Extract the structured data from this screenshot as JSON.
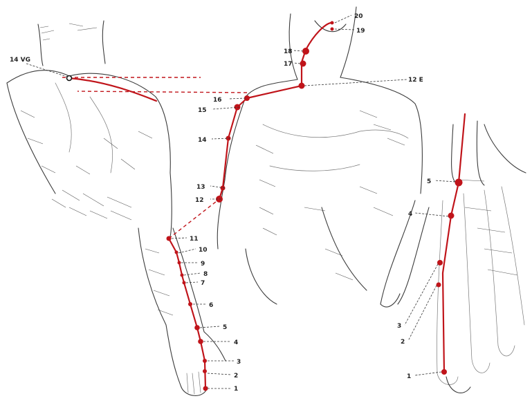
{
  "diagram": {
    "meridian_color": "#c0141a",
    "line_color": "#333333",
    "points": {
      "p1": "1",
      "p2": "2",
      "p3": "3",
      "p4": "4",
      "p5": "5",
      "p6": "6",
      "p7": "7",
      "p8": "8",
      "p9": "9",
      "p10": "10",
      "p11": "11",
      "p12": "12",
      "p13": "13",
      "p14": "14",
      "p15": "15",
      "p16": "16",
      "p17": "17",
      "p18": "18",
      "p19": "19",
      "p20": "20"
    },
    "extra": {
      "vg14": "14 VG",
      "e12": "12 E"
    },
    "hand": {
      "h1": "1",
      "h2": "2",
      "h3": "3",
      "h4": "4",
      "h5": "5"
    }
  }
}
